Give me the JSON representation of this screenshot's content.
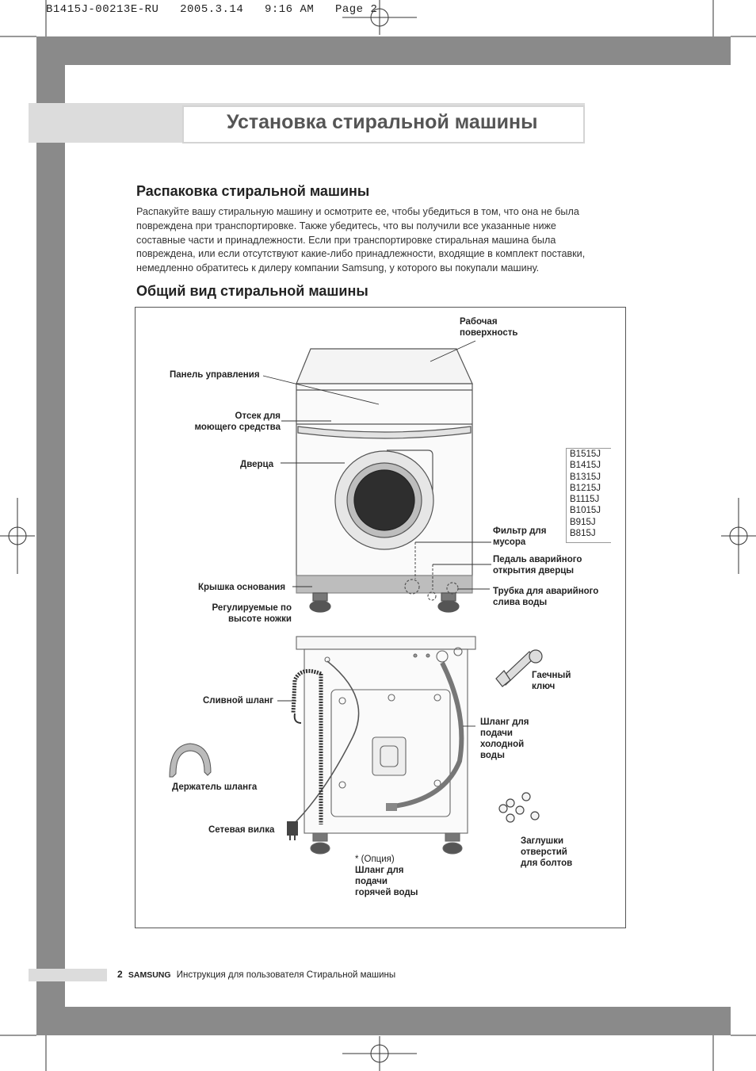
{
  "print_header": "B1415J-00213E-RU   2005.3.14   9:16 AM   Page 2",
  "page_title": "Установка стиральной машины",
  "section1": {
    "heading": "Распаковка стиральной машины",
    "lines": [
      "Распакуйте вашу стиральную машину и осмотрите ее, чтобы убедиться в том, что она не была",
      "повреждена при транспортировке. Также убедитесь, что вы получили все указанные ниже",
      "составные части и принадлежности. Если при транспортировке стиральная машина была",
      "повреждена, или если отсутствуют какие-либо принадлежности, входящие в комплект поставки,",
      "немедленно обратитесь к дилеру компании Samsung, у которого вы покупали машину."
    ]
  },
  "section2": {
    "heading": "Общий вид стиральной машины"
  },
  "labels": {
    "work_surface": [
      "Рабочая",
      "поверхность"
    ],
    "control_panel": "Панель управления",
    "detergent": [
      "Отсек для",
      "моющего средства"
    ],
    "door": "Дверца",
    "filter": [
      "Фильтр для",
      "мусора"
    ],
    "pedal": [
      "Педаль аварийного",
      "открытия дверцы"
    ],
    "base_cover": "Крышка основания",
    "drain_tube": [
      "Трубка для аварийного",
      "слива воды"
    ],
    "feet": [
      "Регулируемые по",
      "высоте ножки"
    ],
    "drain_hose": "Сливной шланг",
    "wrench": [
      "Гаечный",
      "ключ"
    ],
    "cold_hose": [
      "Шланг для",
      "подачи",
      "холодной",
      "воды"
    ],
    "hose_holder": "Держатель шланга",
    "plug": "Сетевая вилка",
    "bolt_caps": [
      "Заглушки",
      "отверстий",
      "для болтов"
    ],
    "hot_hose": [
      "* (Опция)",
      "Шланг для",
      "подачи",
      "горячей воды"
    ]
  },
  "models": [
    "B1515J",
    "B1415J",
    "B1315J",
    "B1215J",
    "B1115J",
    "B1015J",
    "B915J",
    "B815J"
  ],
  "footer": {
    "page_number": "2",
    "brand": "SAMSUNG",
    "text": "Инструкция для пользователя  Стиральной машины"
  }
}
